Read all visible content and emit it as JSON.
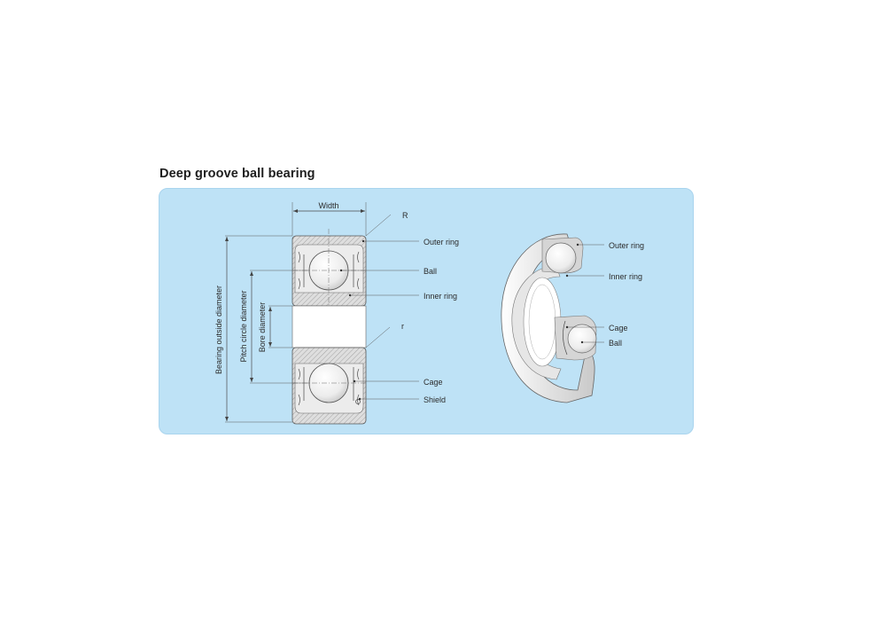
{
  "title": "Deep groove ball bearing",
  "cross_section": {
    "width_label": "Width",
    "corner_R_label": "R",
    "corner_r_label": "r",
    "outer_ring_label": "Outer ring",
    "ball_label": "Ball",
    "inner_ring_label": "Inner ring",
    "cage_label": "Cage",
    "shield_label": "Shield",
    "bearing_outside_diameter_label": "Bearing outside diameter",
    "pitch_circle_diameter_label": "Pitch circle diameter",
    "bore_diameter_label": "Bore  diameter"
  },
  "perspective_view": {
    "outer_ring_label": "Outer ring",
    "inner_ring_label": "Inner ring",
    "cage_label": "Cage",
    "ball_label": "Ball"
  },
  "colors": {
    "panel_background": "#bee2f6",
    "ring_fill": "#dcdcdc",
    "hatch": "#8a8a8a"
  }
}
